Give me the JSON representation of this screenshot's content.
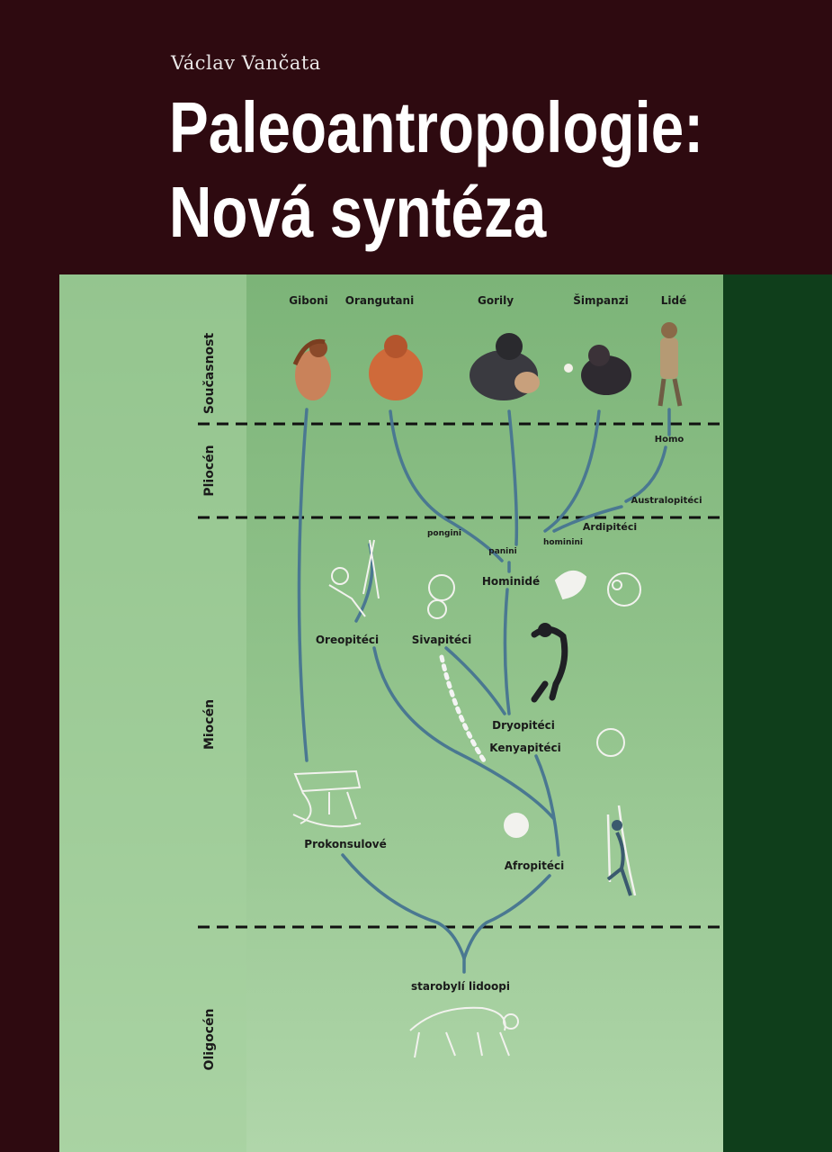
{
  "cover": {
    "author": "Václav Vančata",
    "title_line1": "Paleoantropologie:",
    "title_line2": "Nová syntéza",
    "colors": {
      "frame": "#2e0a10",
      "side": "#0f3e1b",
      "panel_light": "#a6d0a0",
      "panel_dark": "#7cb478",
      "lines": "#4a7891"
    }
  },
  "diagram": {
    "epochs": [
      "Současnost",
      "Pliocén",
      "Miocén",
      "Oligocén"
    ],
    "top_taxa": [
      "Giboni",
      "Orangutani",
      "Gorily",
      "Šimpanzi",
      "Lidé"
    ],
    "labels": {
      "homo": "Homo",
      "australopithecines": "Australopitéci",
      "ardipithecines": "Ardipitéci",
      "ponginae": "pongini",
      "panini": "panini",
      "hominini": "hominini",
      "hominidae": "Hominidé",
      "oreopithecines": "Oreopitéci",
      "sivapithecines": "Sivapitéci",
      "dryopithecines": "Dryopitéci",
      "kenyapithecines": "Kenyapitéci",
      "proconsulids": "Prokonsulové",
      "afropithecines": "Afropitéci",
      "ancient_apes": "starobylí lidoopi"
    }
  }
}
